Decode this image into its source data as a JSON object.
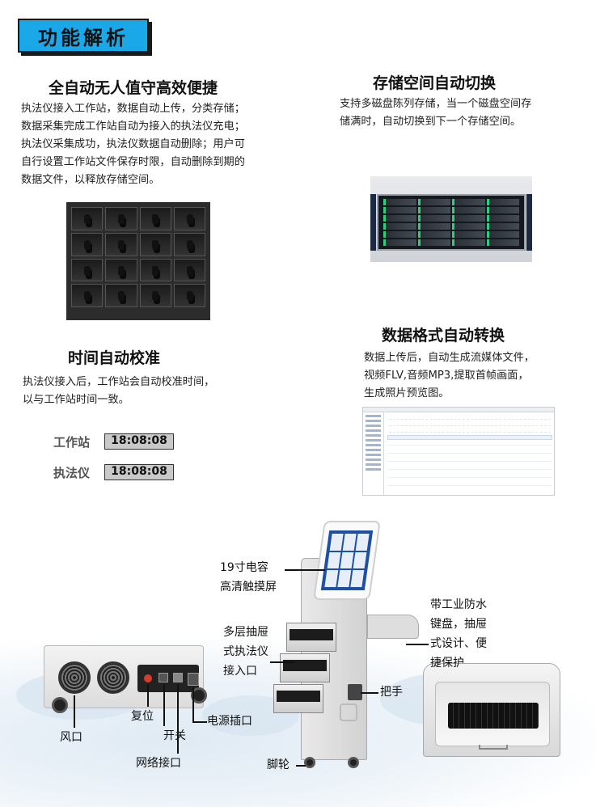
{
  "header": {
    "badge": "功能解析"
  },
  "features": {
    "auto": {
      "title": "全自动无人值守高效便捷",
      "lines": [
        "执法仪接入工作站，数据自动上传，分类存储；",
        "数据采集完成工作站自动为接入的执法仪充电；",
        "执法仪采集成功，执法仪数据自动删除；用户可",
        "自行设置工作站文件保存时限，自动删除到期的",
        "数据文件，以释放存储空间。"
      ]
    },
    "storage": {
      "title": "存储空间自动切换",
      "lines": [
        "支持多磁盘陈列存储，当一个磁盘空间存",
        "储满时，自动切换到下一个存储空间。"
      ]
    },
    "time": {
      "title": "时间自动校准",
      "lines": [
        "执法仪接入后，工作站会自动校准时间，",
        "以与工作站时间一致。"
      ],
      "rows": [
        {
          "label": "工作站",
          "value": "18:08:08"
        },
        {
          "label": "执法仪",
          "value": "18:08:08"
        }
      ]
    },
    "format": {
      "title": "数据格式自动转换",
      "lines": [
        "数据上传后，自动生成流媒体文件，",
        "视频FLV,音频MP3,提取首帧画面，",
        "生成照片预览图。"
      ]
    }
  },
  "callouts": {
    "screen": [
      "19寸电容",
      "高清触摸屏"
    ],
    "drawer": [
      "多层抽屉",
      "式执法仪",
      "接入口"
    ],
    "keyboard": [
      "带工业防水",
      "键盘，抽屉",
      "式设计、便",
      "捷保护"
    ],
    "handle": "把手",
    "wheel": "脚轮",
    "fan": "风口",
    "reset": "复位",
    "switch": "开关",
    "network": "网络接口",
    "power": "电源插口"
  }
}
